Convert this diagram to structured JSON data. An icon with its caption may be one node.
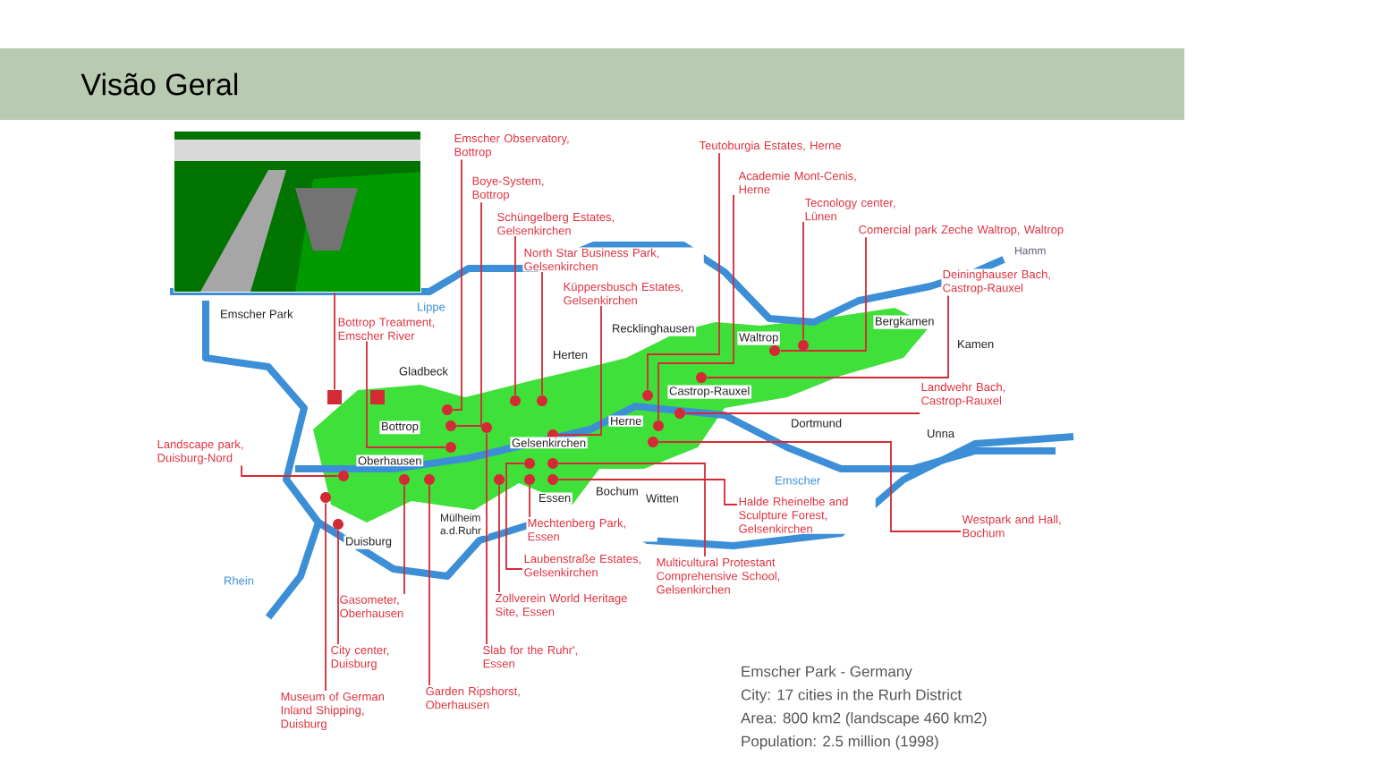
{
  "diagram": {
    "title": "Visão Geral",
    "nodes": [
      {
        "text": [],
        "shape": "picture"
      },
      {
        "text": [],
        "shape": "box"
      },
      {
        "text": [],
        "shape": "box"
      },
      {
        "text": [
          "Emscher Observatory, Bottrop"
        ]
      },
      {
        "text": [
          "Boye-System, Bottrop"
        ]
      },
      {
        "text": [
          "Schüngelberg Estates, Gelsenkirchen"
        ]
      },
      {
        "text": [
          "North Star Business Park, Gelsenkirchen"
        ]
      },
      {
        "text": [
          "Küppersbusch Estates, Gelsenkirchen"
        ]
      },
      {
        "text": [
          "Bottrop Treatment, Emscher River"
        ]
      },
      {
        "text": [
          "Landscape park, Duisburg-Nord"
        ]
      },
      {
        "text": [
          "Teutoburgia Estates, Herne"
        ]
      },
      {
        "text": [
          "Academie Mont-Cenis, Herne"
        ]
      },
      {
        "text": [
          "Tecnology center, Lünen"
        ]
      },
      {
        "text": [
          "Comercial park Zeche Waltrop, Waltrop"
        ]
      },
      {
        "text": [
          "Deininghauser Bach, Castrop-Rauxel"
        ]
      },
      {
        "text": [
          "Landwehr Bach, Castrop-Rauxel"
        ]
      },
      {
        "text": [
          "Westpark and Hall, Bochum"
        ]
      },
      {
        "text": [
          "Halde Rheinelbe and Sculpture Forest, Gelsenkirchen"
        ]
      },
      {
        "text": [
          "Multicultural Protestant Comprehensive School, Gelsenkirchen"
        ]
      },
      {
        "text": [
          "Mechtenberg Park, Essen"
        ]
      },
      {
        "text": [
          "Laubenstraße Estates, Gelsenkirchen"
        ]
      },
      {
        "text": [
          "Zollverein World Heritage Site, Essen"
        ]
      },
      {
        "text": [
          "Slab for the Ruhr', Essen"
        ]
      },
      {
        "text": [
          "Garden Ripshorst, Oberhausen"
        ]
      },
      {
        "text": [
          "Gasometer, Oberhausen"
        ]
      },
      {
        "text": [
          "City center, Duisburg"
        ]
      },
      {
        "text": [
          "Museum of German Inland Shipping, Duisburg"
        ]
      },
      {
        "text": [],
        "shape": "circle"
      },
      {
        "text": [],
        "shape": "circle"
      },
      {
        "text": [],
        "shape": "circle"
      },
      {
        "text": [],
        "shape": "circle"
      },
      {
        "text": [],
        "shape": "circle"
      },
      {
        "text": [],
        "shape": "circle"
      },
      {
        "text": [],
        "shape": "circle"
      },
      {
        "text": [],
        "shape": "circle"
      },
      {
        "text": [],
        "shape": "circle"
      },
      {
        "text": [],
        "shape": "circle"
      },
      {
        "text": [],
        "shape": "circle"
      },
      {
        "text": [],
        "shape": "circle"
      },
      {
        "text": [],
        "shape": "circle"
      },
      {
        "text": [],
        "shape": "circle"
      },
      {
        "text": [],
        "shape": "circle"
      },
      {
        "text": [],
        "shape": "circle"
      },
      {
        "text": [],
        "shape": "circle"
      },
      {
        "text": [],
        "shape": "circle"
      },
      {
        "text": [],
        "shape": "circle"
      },
      {
        "text": [],
        "shape": "circle"
      },
      {
        "text": [],
        "shape": "circle"
      },
      {
        "text": [],
        "shape": "circle"
      },
      {
        "text": [],
        "shape": "circle"
      },
      {
        "text": [],
        "shape": "circle"
      }
    ],
    "edges": [
      {
        "from": 0,
        "to": 1,
        "arrow": "none"
      },
      {
        "from": 3,
        "to": 27,
        "arrow": "none"
      },
      {
        "from": 4,
        "to": 28,
        "arrow": "none"
      },
      {
        "from": 5,
        "to": 29,
        "arrow": "none"
      },
      {
        "from": 6,
        "to": 30,
        "arrow": "none"
      },
      {
        "from": 7,
        "to": 31,
        "arrow": "none"
      },
      {
        "from": 8,
        "to": 32,
        "arrow": "none"
      },
      {
        "from": 9,
        "to": 33,
        "arrow": "none"
      },
      {
        "from": 10,
        "to": 34,
        "arrow": "none"
      },
      {
        "from": 11,
        "to": 35,
        "arrow": "none"
      },
      {
        "from": 12,
        "to": 36,
        "arrow": "none"
      },
      {
        "from": 13,
        "to": 37,
        "arrow": "none"
      },
      {
        "from": 14,
        "to": 38,
        "arrow": "none"
      },
      {
        "from": 15,
        "to": 39,
        "arrow": "none"
      },
      {
        "from": 16,
        "to": 40,
        "arrow": "none"
      },
      {
        "from": 17,
        "to": 41,
        "arrow": "none"
      },
      {
        "from": 18,
        "to": 42,
        "arrow": "none"
      },
      {
        "from": 19,
        "to": 43,
        "arrow": "none"
      },
      {
        "from": 20,
        "to": 44,
        "arrow": "none"
      },
      {
        "from": 21,
        "to": 45,
        "arrow": "none"
      },
      {
        "from": 22,
        "to": 46,
        "arrow": "none"
      },
      {
        "from": 23,
        "to": 47,
        "arrow": "none"
      },
      {
        "from": 24,
        "to": 48,
        "arrow": "none"
      },
      {
        "from": 25,
        "to": 49,
        "arrow": "none"
      },
      {
        "from": 26,
        "to": 50,
        "arrow": "none"
      }
    ],
    "labels": [
      "Emscher Park",
      "Lippe",
      "Hamm",
      "Recklinghausen",
      "Waltrop",
      "Bergkamen",
      "Gladbeck",
      "Herten",
      "Kamen",
      "Castrop-Rauxel",
      "Herne",
      "Bottrop",
      "Dortmund",
      "Unna",
      "Gelsenkirchen",
      "Bochum",
      "Oberhausen",
      "Essen",
      "Witten",
      "Emscher",
      "Mülheim a.d.Ruhr",
      "Duisburg",
      "Rhein",
      "Emscher Park - Germany",
      "City: 17 cities in the Rurh District",
      "Area: 800 km2 (landscape 460 km2)",
      "Population: 2.5 million (1998)"
    ]
  }
}
